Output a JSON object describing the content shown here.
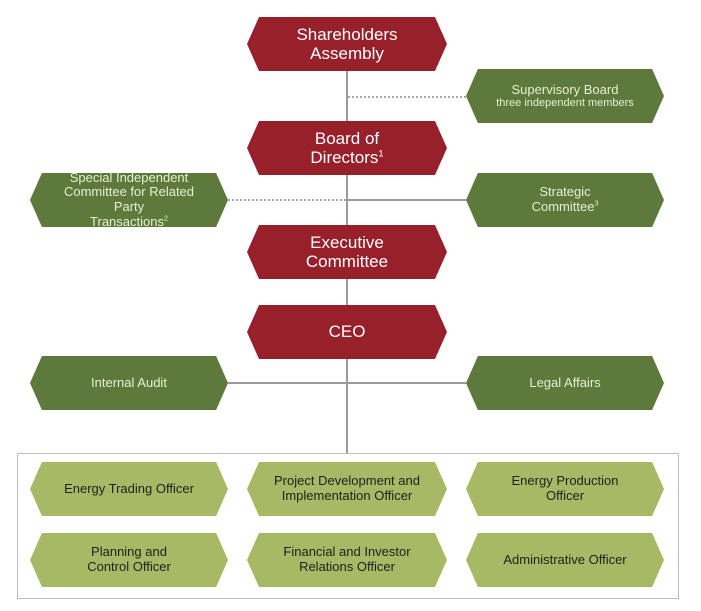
{
  "shareholders": {
    "line1": "Shareholders",
    "line2": "Assembly"
  },
  "supervisory": {
    "title": "Supervisory Board",
    "subtitle": "three independent members"
  },
  "board": {
    "line1": "Board of",
    "line2": "Directors",
    "note": "1"
  },
  "special_committee": {
    "line1": "Special Independent",
    "line2": "Committee for Related Party",
    "line3": "Transactions",
    "note": "2"
  },
  "strategic": {
    "line1": "Strategic",
    "line2": "Committee",
    "note": "3"
  },
  "executive": {
    "line1": "Executive",
    "line2": "Committee"
  },
  "ceo": {
    "label": "CEO"
  },
  "internal_audit": {
    "label": "Internal Audit"
  },
  "legal_affairs": {
    "label": "Legal Affairs"
  },
  "officers": {
    "energy_trading": {
      "line1": "Energy Trading Officer"
    },
    "project_development": {
      "line1": "Project Development and",
      "line2": "Implementation Officer"
    },
    "energy_production": {
      "line1": "Energy Production",
      "line2": "Officer"
    },
    "planning_control": {
      "line1": "Planning and",
      "line2": "Control Officer"
    },
    "financial_investor": {
      "line1": "Financial and Investor",
      "line2": "Relations Officer"
    },
    "administrative": {
      "line1": "Administrative Officer"
    }
  },
  "colors": {
    "red": "#98202b",
    "dark_green": "#5d7a3c",
    "light_green": "#a7b964"
  }
}
